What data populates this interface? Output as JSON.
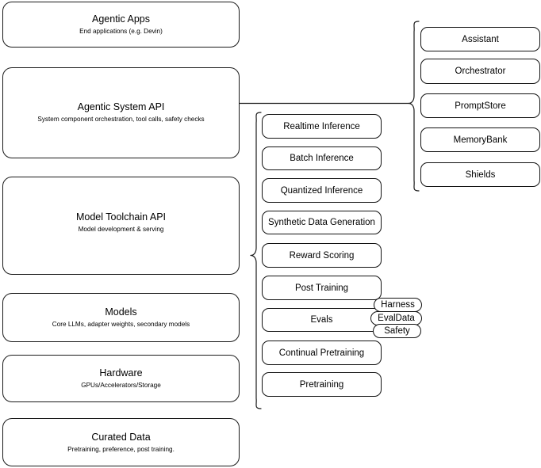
{
  "diagram": {
    "title": "Agentic Stack Layered Architecture",
    "stroke_color": "#1a1a1a",
    "background_color": "#ffffff"
  },
  "layers": [
    {
      "name": "agentic-apps",
      "title": "Agentic Apps",
      "subtitle": "End applications (e.g. Devin)"
    },
    {
      "name": "agentic-system-api",
      "title": "Agentic System API",
      "subtitle": "System component orchestration, tool calls, safety checks"
    },
    {
      "name": "model-toolchain-api",
      "title": "Model Toolchain API",
      "subtitle": "Model development & serving"
    },
    {
      "name": "models",
      "title": "Models",
      "subtitle": "Core LLMs, adapter weights, secondary models"
    },
    {
      "name": "hardware",
      "title": "Hardware",
      "subtitle": "GPUs/Accelerators/Storage"
    },
    {
      "name": "curated-data",
      "title": "Curated Data",
      "subtitle": "Pretraining, preference, post training."
    }
  ],
  "toolchain_components": [
    {
      "name": "realtime-inference",
      "label": "Realtime Inference"
    },
    {
      "name": "batch-inference",
      "label": "Batch Inference"
    },
    {
      "name": "quantized-inference",
      "label": "Quantized Inference"
    },
    {
      "name": "synthetic-data-generation",
      "label": "Synthetic Data Generation"
    },
    {
      "name": "reward-scoring",
      "label": "Reward Scoring"
    },
    {
      "name": "post-training",
      "label": "Post Training"
    },
    {
      "name": "evals",
      "label": "Evals"
    },
    {
      "name": "continual-pretraining",
      "label": "Continual Pretraining"
    },
    {
      "name": "pretraining",
      "label": "Pretraining"
    }
  ],
  "eval_badges": [
    {
      "name": "harness",
      "label": "Harness"
    },
    {
      "name": "evaldata",
      "label": "EvalData"
    },
    {
      "name": "safety",
      "label": "Safety"
    }
  ],
  "system_components": [
    {
      "name": "assistant",
      "label": "Assistant"
    },
    {
      "name": "orchestrator",
      "label": "Orchestrator"
    },
    {
      "name": "promptstore",
      "label": "PromptStore"
    },
    {
      "name": "memorybank",
      "label": "MemoryBank"
    },
    {
      "name": "shields",
      "label": "Shields"
    }
  ]
}
